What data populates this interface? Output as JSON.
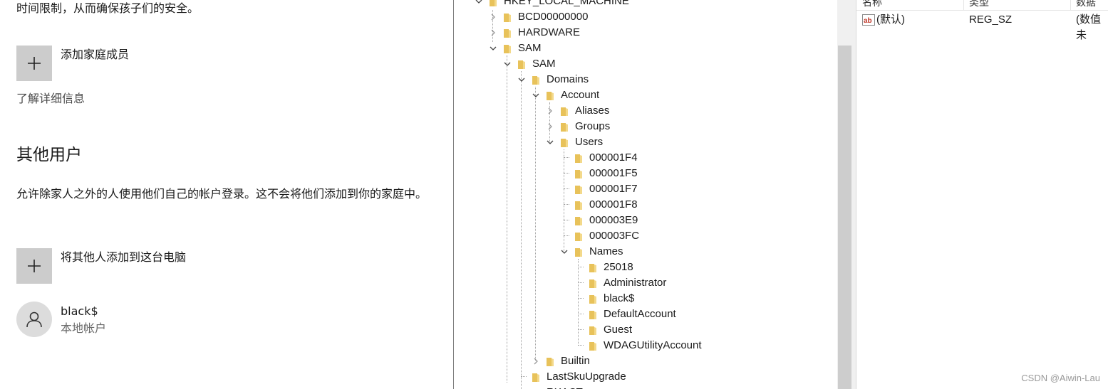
{
  "settings": {
    "intro_text": "时间限制，从而确保孩子们的安全。",
    "add_family_label": "添加家庭成员",
    "learn_more": "了解详细信息",
    "other_users_title": "其他用户",
    "other_users_desc": "允许除家人之外的人使用他们自己的帐户登录。这不会将他们添加到你的家庭中。",
    "add_other_label": "将其他人添加到这台电脑",
    "user": {
      "name": "black$",
      "type": "本地帐户"
    }
  },
  "registry": {
    "tree": [
      {
        "label": "HKEY_LOCAL_MACHINE",
        "expanded": true
      },
      {
        "label": "BCD00000000",
        "expanded": false
      },
      {
        "label": "HARDWARE",
        "expanded": false
      },
      {
        "label": "SAM",
        "expanded": true
      },
      {
        "label": "SAM",
        "expanded": true
      },
      {
        "label": "Domains",
        "expanded": true
      },
      {
        "label": "Account",
        "expanded": true
      },
      {
        "label": "Aliases",
        "expanded": false
      },
      {
        "label": "Groups",
        "expanded": false
      },
      {
        "label": "Users",
        "expanded": true
      },
      {
        "label": "000001F4"
      },
      {
        "label": "000001F5"
      },
      {
        "label": "000001F7"
      },
      {
        "label": "000001F8"
      },
      {
        "label": "000003E9"
      },
      {
        "label": "000003FC"
      },
      {
        "label": "Names",
        "expanded": true
      },
      {
        "label": "25018"
      },
      {
        "label": "Administrator"
      },
      {
        "label": "black$"
      },
      {
        "label": "DefaultAccount"
      },
      {
        "label": "Guest"
      },
      {
        "label": "WDAGUtilityAccount"
      },
      {
        "label": "Builtin",
        "expanded": false
      },
      {
        "label": "LastSkuUpgrade"
      },
      {
        "label": "RXACT"
      }
    ],
    "columns": {
      "name": "名称",
      "type": "类型",
      "data": "数据"
    },
    "value_row": {
      "name": "(默认)",
      "type": "REG_SZ",
      "data": "(数值未"
    }
  },
  "watermark": "CSDN @Aiwin-Lau",
  "colors": {
    "folder": "#e8c25a",
    "tile": "#cccccc",
    "text": "#1a1a1a"
  }
}
